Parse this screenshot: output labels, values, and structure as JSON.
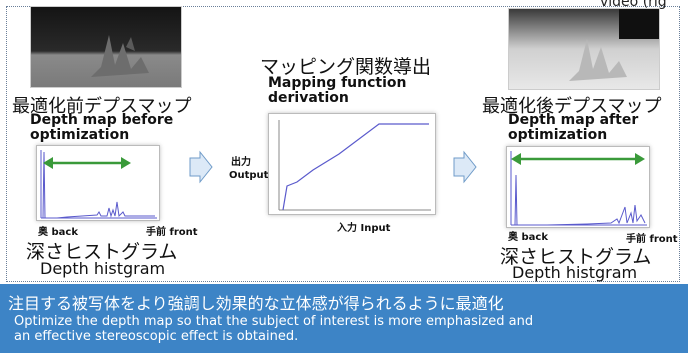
{
  "corner_text": "video (rig",
  "left": {
    "title_jp": "最適化前デプスマップ",
    "title_en_1": "Depth map before",
    "title_en_2": "optimization",
    "hist_left_label": "奥 back",
    "hist_right_label": "手前 front",
    "hist_title_jp": "深さヒストグラム",
    "hist_title_en": "Depth histgram"
  },
  "center": {
    "title_jp": "マッピング関数導出",
    "title_en_1": "Mapping function",
    "title_en_2": "derivation",
    "output_jp": "出力",
    "output_en": "Output",
    "input_label": "入力 Input"
  },
  "right": {
    "title_jp": "最適化後デプスマップ",
    "title_en_1": "Depth map after",
    "title_en_2": "optimization",
    "hist_left_label": "奥 back",
    "hist_right_label": "手前 front",
    "hist_title_jp": "深さヒストグラム",
    "hist_title_en": "Depth histgram"
  },
  "banner": {
    "jp": "注目する被写体をより強調し効果的な立体感が得られるように最適化",
    "en_1": "Optimize the depth map so that the subject of interest is more emphasized and",
    "en_2": "an effective stereoscopic effect is obtained."
  },
  "colors": {
    "arrow_green": "#3a9a3a",
    "histogram_line": "#5a5acc",
    "banner_bg": "#3d84c6",
    "chevron_fill": "#dce9f7",
    "chevron_stroke": "#6f9bc8"
  }
}
